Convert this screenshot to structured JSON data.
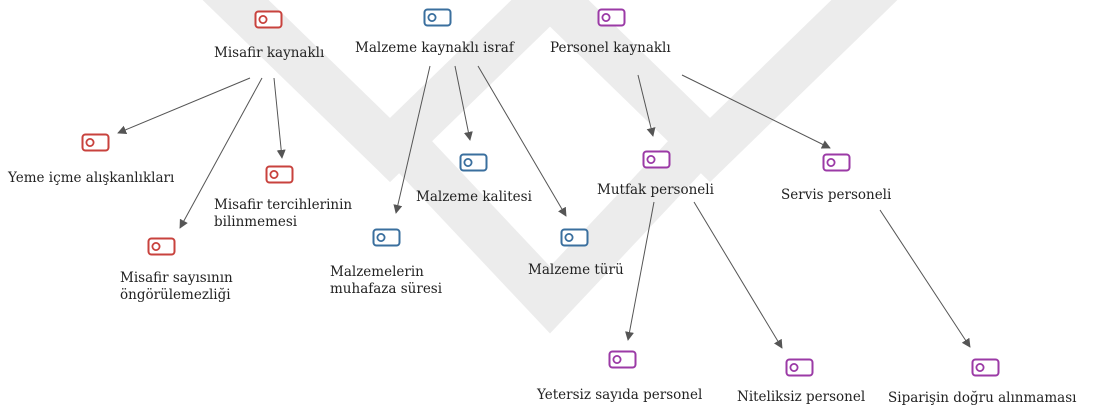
{
  "colors": {
    "guest": "#c8423d",
    "material": "#3a6f9e",
    "staff": "#9b3aa6",
    "edge": "#555555",
    "watermark": "#ececec"
  },
  "nodes": {
    "misafir_kaynakli": {
      "label": "Misafir kaynaklı",
      "group": "guest",
      "icon": "tag-icon"
    },
    "malzeme_kaynakli": {
      "label": "Malzeme kaynaklı israf",
      "group": "material",
      "icon": "tag-icon"
    },
    "personel_kaynakli": {
      "label": "Personel kaynaklı",
      "group": "staff",
      "icon": "tag-icon"
    },
    "yeme_icme": {
      "label": "Yeme içme alışkanlıkları",
      "group": "guest",
      "icon": "tag-icon"
    },
    "misafir_tercihleri": {
      "label": "Misafir tercihlerinin bilinmemesi",
      "group": "guest",
      "icon": "tag-icon"
    },
    "misafir_sayisi": {
      "label": "Misafir sayısının öngörülemezliği",
      "group": "guest",
      "icon": "tag-icon"
    },
    "malzeme_kalitesi": {
      "label": "Malzeme kalitesi",
      "group": "material",
      "icon": "tag-icon"
    },
    "muhafaza_suresi": {
      "label": "Malzemelerin muhafaza süresi",
      "group": "material",
      "icon": "tag-icon"
    },
    "malzeme_turu": {
      "label": "Malzeme türü",
      "group": "material",
      "icon": "tag-icon"
    },
    "mutfak_personeli": {
      "label": "Mutfak personeli",
      "group": "staff",
      "icon": "tag-icon"
    },
    "servis_personeli": {
      "label": "Servis personeli",
      "group": "staff",
      "icon": "tag-icon"
    },
    "yetersiz_sayida": {
      "label": "Yetersiz sayıda personel",
      "group": "staff",
      "icon": "tag-icon"
    },
    "niteliksiz": {
      "label": "Niteliksiz personel",
      "group": "staff",
      "icon": "tag-icon"
    },
    "siparis": {
      "label": "Siparişin doğru alınmaması",
      "group": "staff",
      "icon": "tag-icon"
    }
  },
  "edges": [
    {
      "from": "misafir_kaynakli",
      "to": "yeme_icme"
    },
    {
      "from": "misafir_kaynakli",
      "to": "misafir_tercihleri"
    },
    {
      "from": "misafir_kaynakli",
      "to": "misafir_sayisi"
    },
    {
      "from": "malzeme_kaynakli",
      "to": "muhafaza_suresi"
    },
    {
      "from": "malzeme_kaynakli",
      "to": "malzeme_kalitesi"
    },
    {
      "from": "malzeme_kaynakli",
      "to": "malzeme_turu"
    },
    {
      "from": "personel_kaynakli",
      "to": "mutfak_personeli"
    },
    {
      "from": "personel_kaynakli",
      "to": "servis_personeli"
    },
    {
      "from": "mutfak_personeli",
      "to": "yetersiz_sayida"
    },
    {
      "from": "mutfak_personeli",
      "to": "niteliksiz"
    },
    {
      "from": "servis_personeli",
      "to": "siparis"
    }
  ]
}
